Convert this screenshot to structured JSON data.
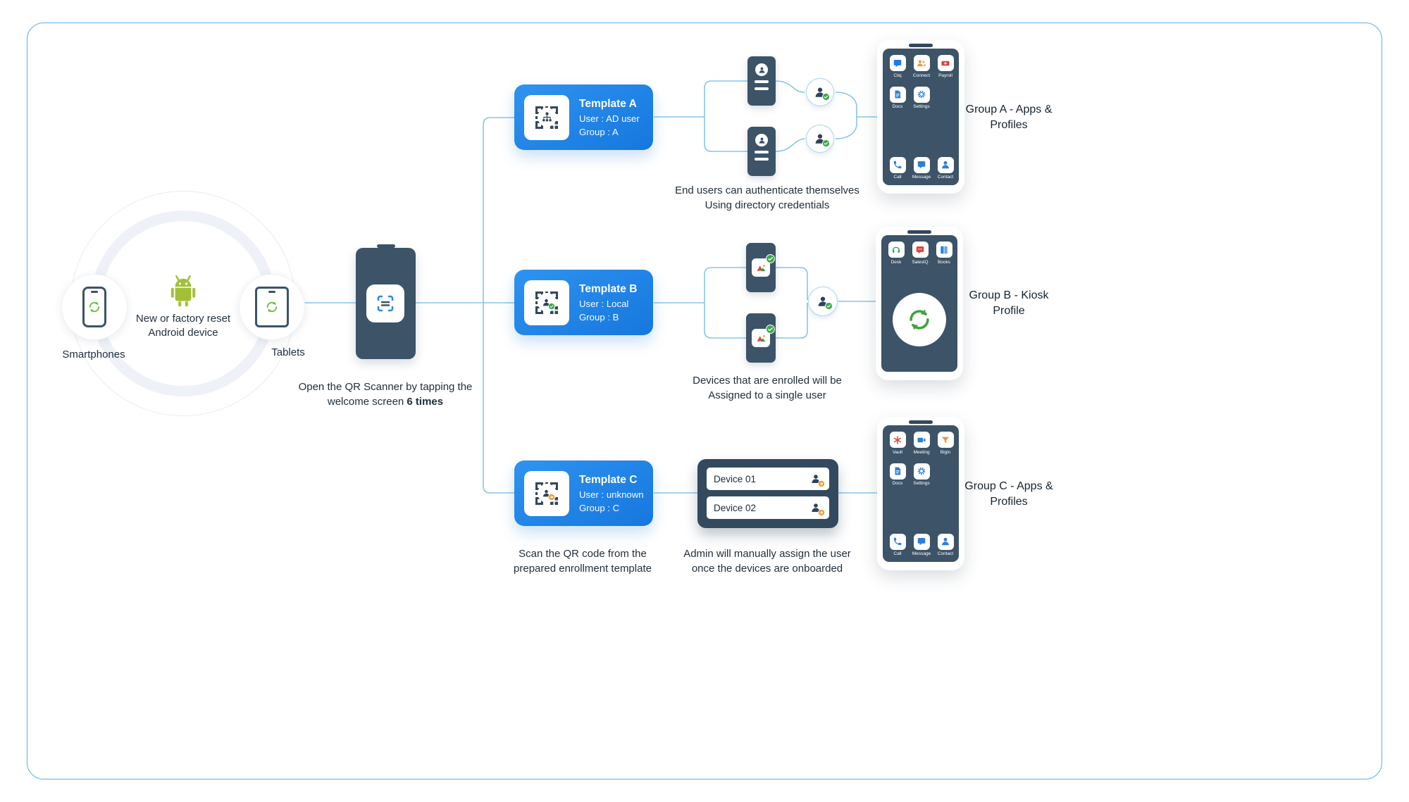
{
  "left_group": {
    "center_line1": "New or factory reset",
    "center_line2": "Android device",
    "smartphones": "Smartphones",
    "tablets": "Tablets"
  },
  "scanner": {
    "line1": "Open the QR Scanner by tapping the",
    "line2_prefix": "welcome screen ",
    "line2_bold": "6 times"
  },
  "templates": [
    {
      "title": "Template A",
      "user": "User : AD user",
      "group": "Group : A"
    },
    {
      "title": "Template B",
      "user": "User : Local",
      "group": "Group : B"
    },
    {
      "title": "Template C",
      "user": "User : unknown",
      "group": "Group : C"
    }
  ],
  "captions": {
    "branch_a_1": "End users can authenticate themselves",
    "branch_a_2": "Using directory credentials",
    "branch_b_1": "Devices that are enrolled will be",
    "branch_b_2": "Assigned to a single user",
    "branch_c_1": "Admin will manually assign the user",
    "branch_c_2": "once the devices are onboarded",
    "scan_qr_1": "Scan the QR code from the",
    "scan_qr_2": "prepared enrollment template"
  },
  "device_panel": {
    "rows": [
      "Device 01",
      "Device 02"
    ]
  },
  "group_phones": [
    {
      "label_line1": "Group A - Apps &",
      "label_line2": "Profiles",
      "apps": [
        {
          "label": "Cliq",
          "icon": "chat",
          "color": "#1a7fe0"
        },
        {
          "label": "Connect",
          "icon": "people",
          "color": "#e8963e"
        },
        {
          "label": "Payroll",
          "icon": "banknote",
          "color": "#d9453d"
        },
        {
          "label": "Docs",
          "icon": "doc",
          "color": "#2f7fd6"
        },
        {
          "label": "Settings",
          "icon": "gear",
          "color": "#2f7fd6"
        }
      ],
      "dock": [
        {
          "label": "Call",
          "icon": "call",
          "color": "#2f7fd6"
        },
        {
          "label": "Message",
          "icon": "chat",
          "color": "#2f7fd6"
        },
        {
          "label": "Contact",
          "icon": "person",
          "color": "#2f7fd6"
        }
      ]
    },
    {
      "label_line1": "Group B - Kiosk",
      "label_line2": "Profile",
      "apps": [
        {
          "label": "Desk",
          "icon": "headset",
          "color": "#2d9e49"
        },
        {
          "label": "SalesIQ",
          "icon": "chatq",
          "color": "#d9453d"
        },
        {
          "label": "Books",
          "icon": "book",
          "color": "#2f7fd6"
        }
      ],
      "kiosk_logo": {
        "icon": "sync",
        "color": "#44a13f"
      }
    },
    {
      "label_line1": "Group C - Apps &",
      "label_line2": "Profiles",
      "apps": [
        {
          "label": "Vault",
          "icon": "asterisk",
          "color": "#d9453d"
        },
        {
          "label": "Meeting",
          "icon": "video",
          "color": "#2f7fd6"
        },
        {
          "label": "Bigin",
          "icon": "funnel",
          "color": "#e8963e"
        },
        {
          "label": "Docs",
          "icon": "doc",
          "color": "#2f7fd6"
        },
        {
          "label": "Settings",
          "icon": "gear",
          "color": "#2f7fd6"
        }
      ],
      "dock": [
        {
          "label": "Call",
          "icon": "call",
          "color": "#2f7fd6"
        },
        {
          "label": "Message",
          "icon": "chat",
          "color": "#2f7fd6"
        },
        {
          "label": "Contact",
          "icon": "person",
          "color": "#2f7fd6"
        }
      ]
    }
  ],
  "icons": {
    "left_device_logo": "sync-icon",
    "center_mascot": "android-icon",
    "scanner": "qr-scan-icon",
    "template_a_badge": "org-hierarchy-icon",
    "template_b_badge": "user-check-icon",
    "template_c_badge": "user-arrow-icon",
    "authenticated_user": "user-check-icon",
    "assign_user": "user-arrow-icon"
  },
  "colors": {
    "accent_blue": "#1d83e6",
    "line_blue": "#87c5ee",
    "dark_slate": "#3c5368",
    "green_check": "#3da84a",
    "orange_badge": "#ef9d2f",
    "android_green": "#a2c037",
    "frame_border": "#58b0ea"
  }
}
